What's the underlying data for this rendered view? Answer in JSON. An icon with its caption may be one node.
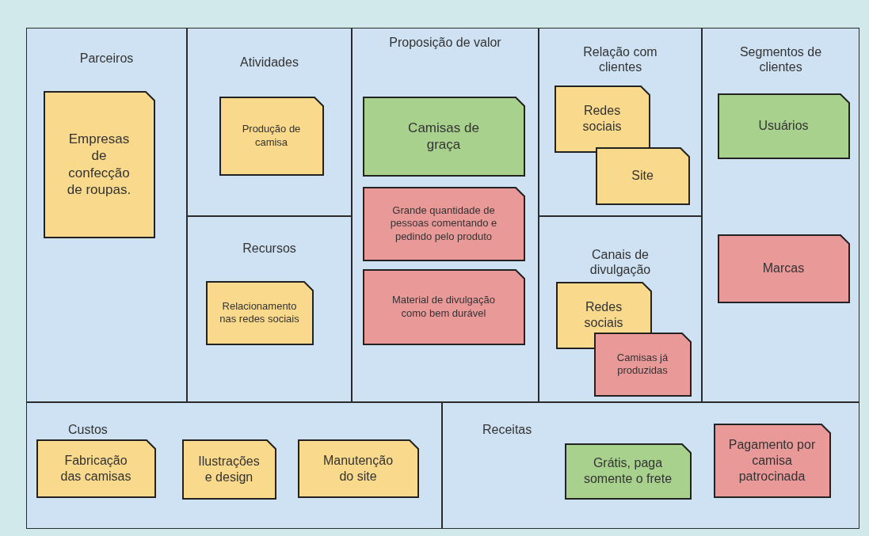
{
  "diagram": {
    "nodes": [
      {
        "text": [
          "Parceiros"
        ]
      },
      {
        "text": [
          "Empresas de confecção de roupas."
        ],
        "in": 0
      },
      {
        "text": [
          "Atividades"
        ]
      },
      {
        "text": [
          "Produção de camisa"
        ],
        "in": 2
      },
      {
        "text": [
          "Recursos"
        ]
      },
      {
        "text": [
          "Relacionamento nas redes sociais"
        ],
        "in": 4
      },
      {
        "text": [
          "Proposição de valor"
        ]
      },
      {
        "text": [
          "Camisas de graça"
        ],
        "in": 6
      },
      {
        "text": [
          "Grande quantidade de pessoas comentando e pedindo pelo produto"
        ],
        "in": 6
      },
      {
        "text": [
          "Material de divulgação como bem durável"
        ],
        "in": 6
      },
      {
        "text": [
          "Relação com clientes"
        ]
      },
      {
        "text": [
          "Redes sociais"
        ],
        "in": 10
      },
      {
        "text": [
          "Site"
        ],
        "in": 10
      },
      {
        "text": [
          "Canais de divulgação"
        ]
      },
      {
        "text": [
          "Redes sociais"
        ],
        "in": 13
      },
      {
        "text": [
          "Camisas já produzidas"
        ],
        "in": 13
      },
      {
        "text": [
          "Segmentos de clientes"
        ]
      },
      {
        "text": [
          "Usuários"
        ],
        "in": 16
      },
      {
        "text": [
          "Marcas"
        ],
        "in": 16
      },
      {
        "text": [
          "Custos"
        ]
      },
      {
        "text": [
          "Fabricação das camisas"
        ],
        "in": 19
      },
      {
        "text": [
          "Ilustrações e design"
        ],
        "in": 19
      },
      {
        "text": [
          "Manutenção do site"
        ],
        "in": 19
      },
      {
        "text": [
          "Receitas"
        ]
      },
      {
        "text": [
          "Grátis, paga somente o frete"
        ],
        "in": 23
      },
      {
        "text": [
          "Pagamento por camisa patrocinada"
        ],
        "in": 23
      }
    ]
  }
}
